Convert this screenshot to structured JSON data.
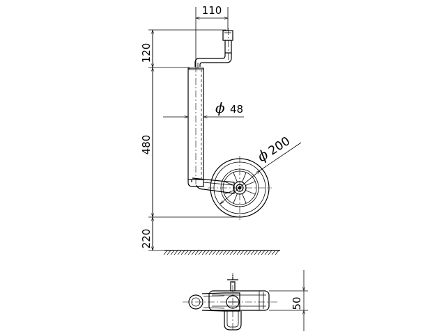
{
  "dimensions": {
    "crank_offset": "110",
    "crank_height": "120",
    "tube_length": "480",
    "wheel_clearance": "220",
    "tube_diameter_symbol": "ϕ",
    "tube_diameter": "48",
    "wheel_diameter_symbol": "ϕ",
    "wheel_diameter": "200",
    "wheel_width": "50"
  }
}
